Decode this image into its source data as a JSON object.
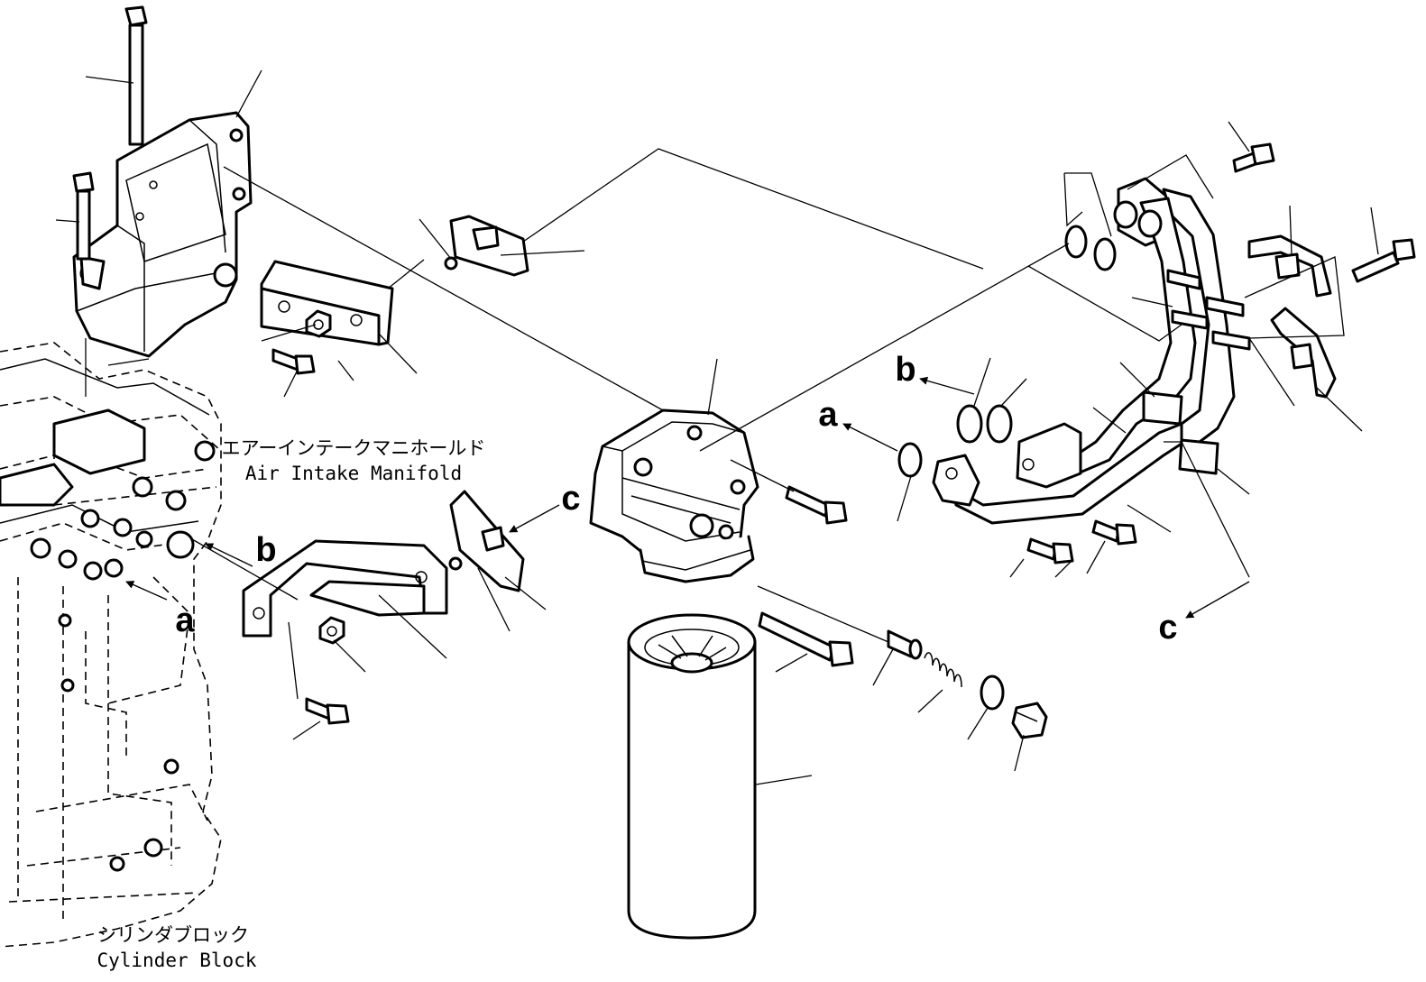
{
  "labels": {
    "air_intake_manifold_jp": "エアーインテークマニホールド",
    "air_intake_manifold_en": "Air Intake Manifold",
    "cylinder_block_jp": "シリンダブロック",
    "cylinder_block_en": "Cylinder Block"
  },
  "reference_marks": {
    "a": "a",
    "b": "b",
    "c": "c"
  }
}
